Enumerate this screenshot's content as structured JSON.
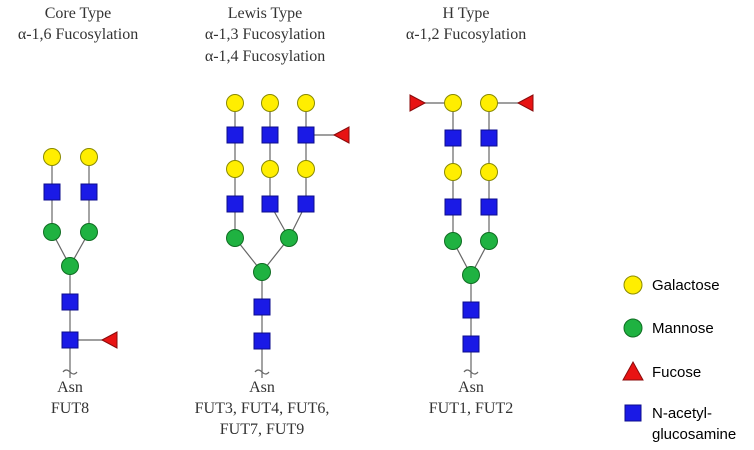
{
  "panels": [
    {
      "title": "Core Type",
      "subtitle": "α-1,6 Fucosylation",
      "anchor": "Asn",
      "enzymes": [
        "FUT8"
      ]
    },
    {
      "title": "Lewis Type",
      "subtitle": "α-1,3 Fucosylation",
      "subtitle2": "α-1,4 Fucosylation",
      "anchor": "Asn",
      "enzymes": [
        "FUT3, FUT4, FUT6,",
        "FUT7, FUT9"
      ]
    },
    {
      "title": "H Type",
      "subtitle": "α-1,2 Fucosylation",
      "anchor": "Asn",
      "enzymes": [
        "FUT1, FUT2"
      ]
    }
  ],
  "legend": {
    "galactose": "Galactose",
    "mannose": "Mannose",
    "fucose": "Fucose",
    "glcnac_line1": "N-acetyl-",
    "glcnac_line2": "glucosamine"
  },
  "colors": {
    "galactose": "#ffee00",
    "mannose": "#1fb241",
    "fucose": "#e81313",
    "glcnac": "#1a1ae6"
  }
}
